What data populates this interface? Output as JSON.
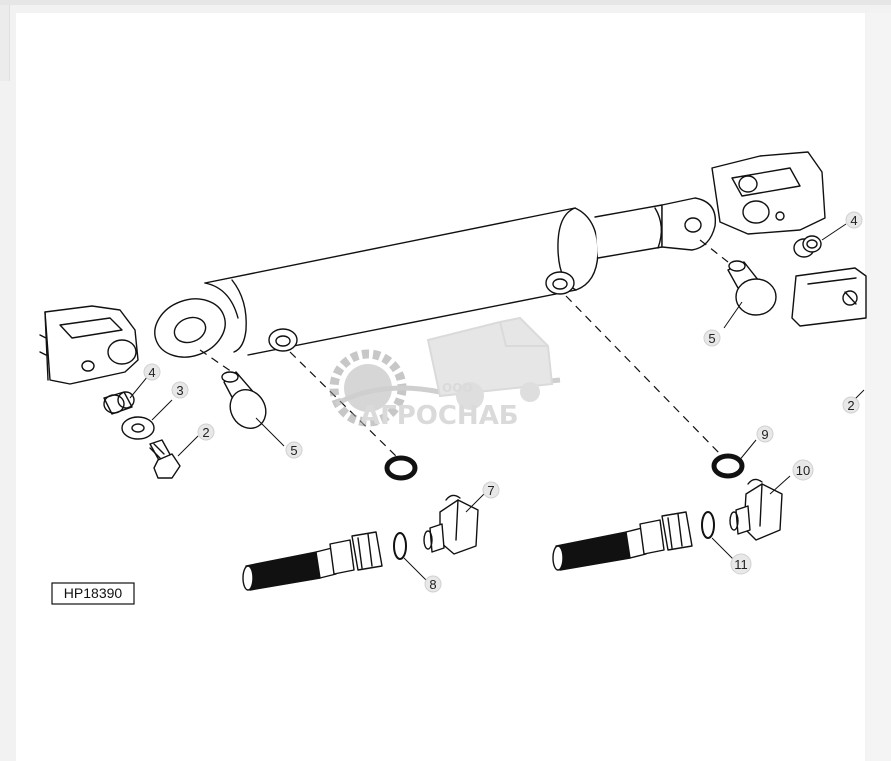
{
  "figure": {
    "code": "HP18390"
  },
  "watermark": {
    "prefix": "ООО",
    "name": "АГРОСНАБ"
  },
  "callouts": [
    {
      "label": "2"
    },
    {
      "label": "3"
    },
    {
      "label": "4"
    },
    {
      "label": "5"
    },
    {
      "label": "7"
    },
    {
      "label": "8"
    },
    {
      "label": "5"
    },
    {
      "label": "9"
    },
    {
      "label": "10"
    },
    {
      "label": "11"
    },
    {
      "label": "4"
    },
    {
      "label": "2"
    }
  ]
}
